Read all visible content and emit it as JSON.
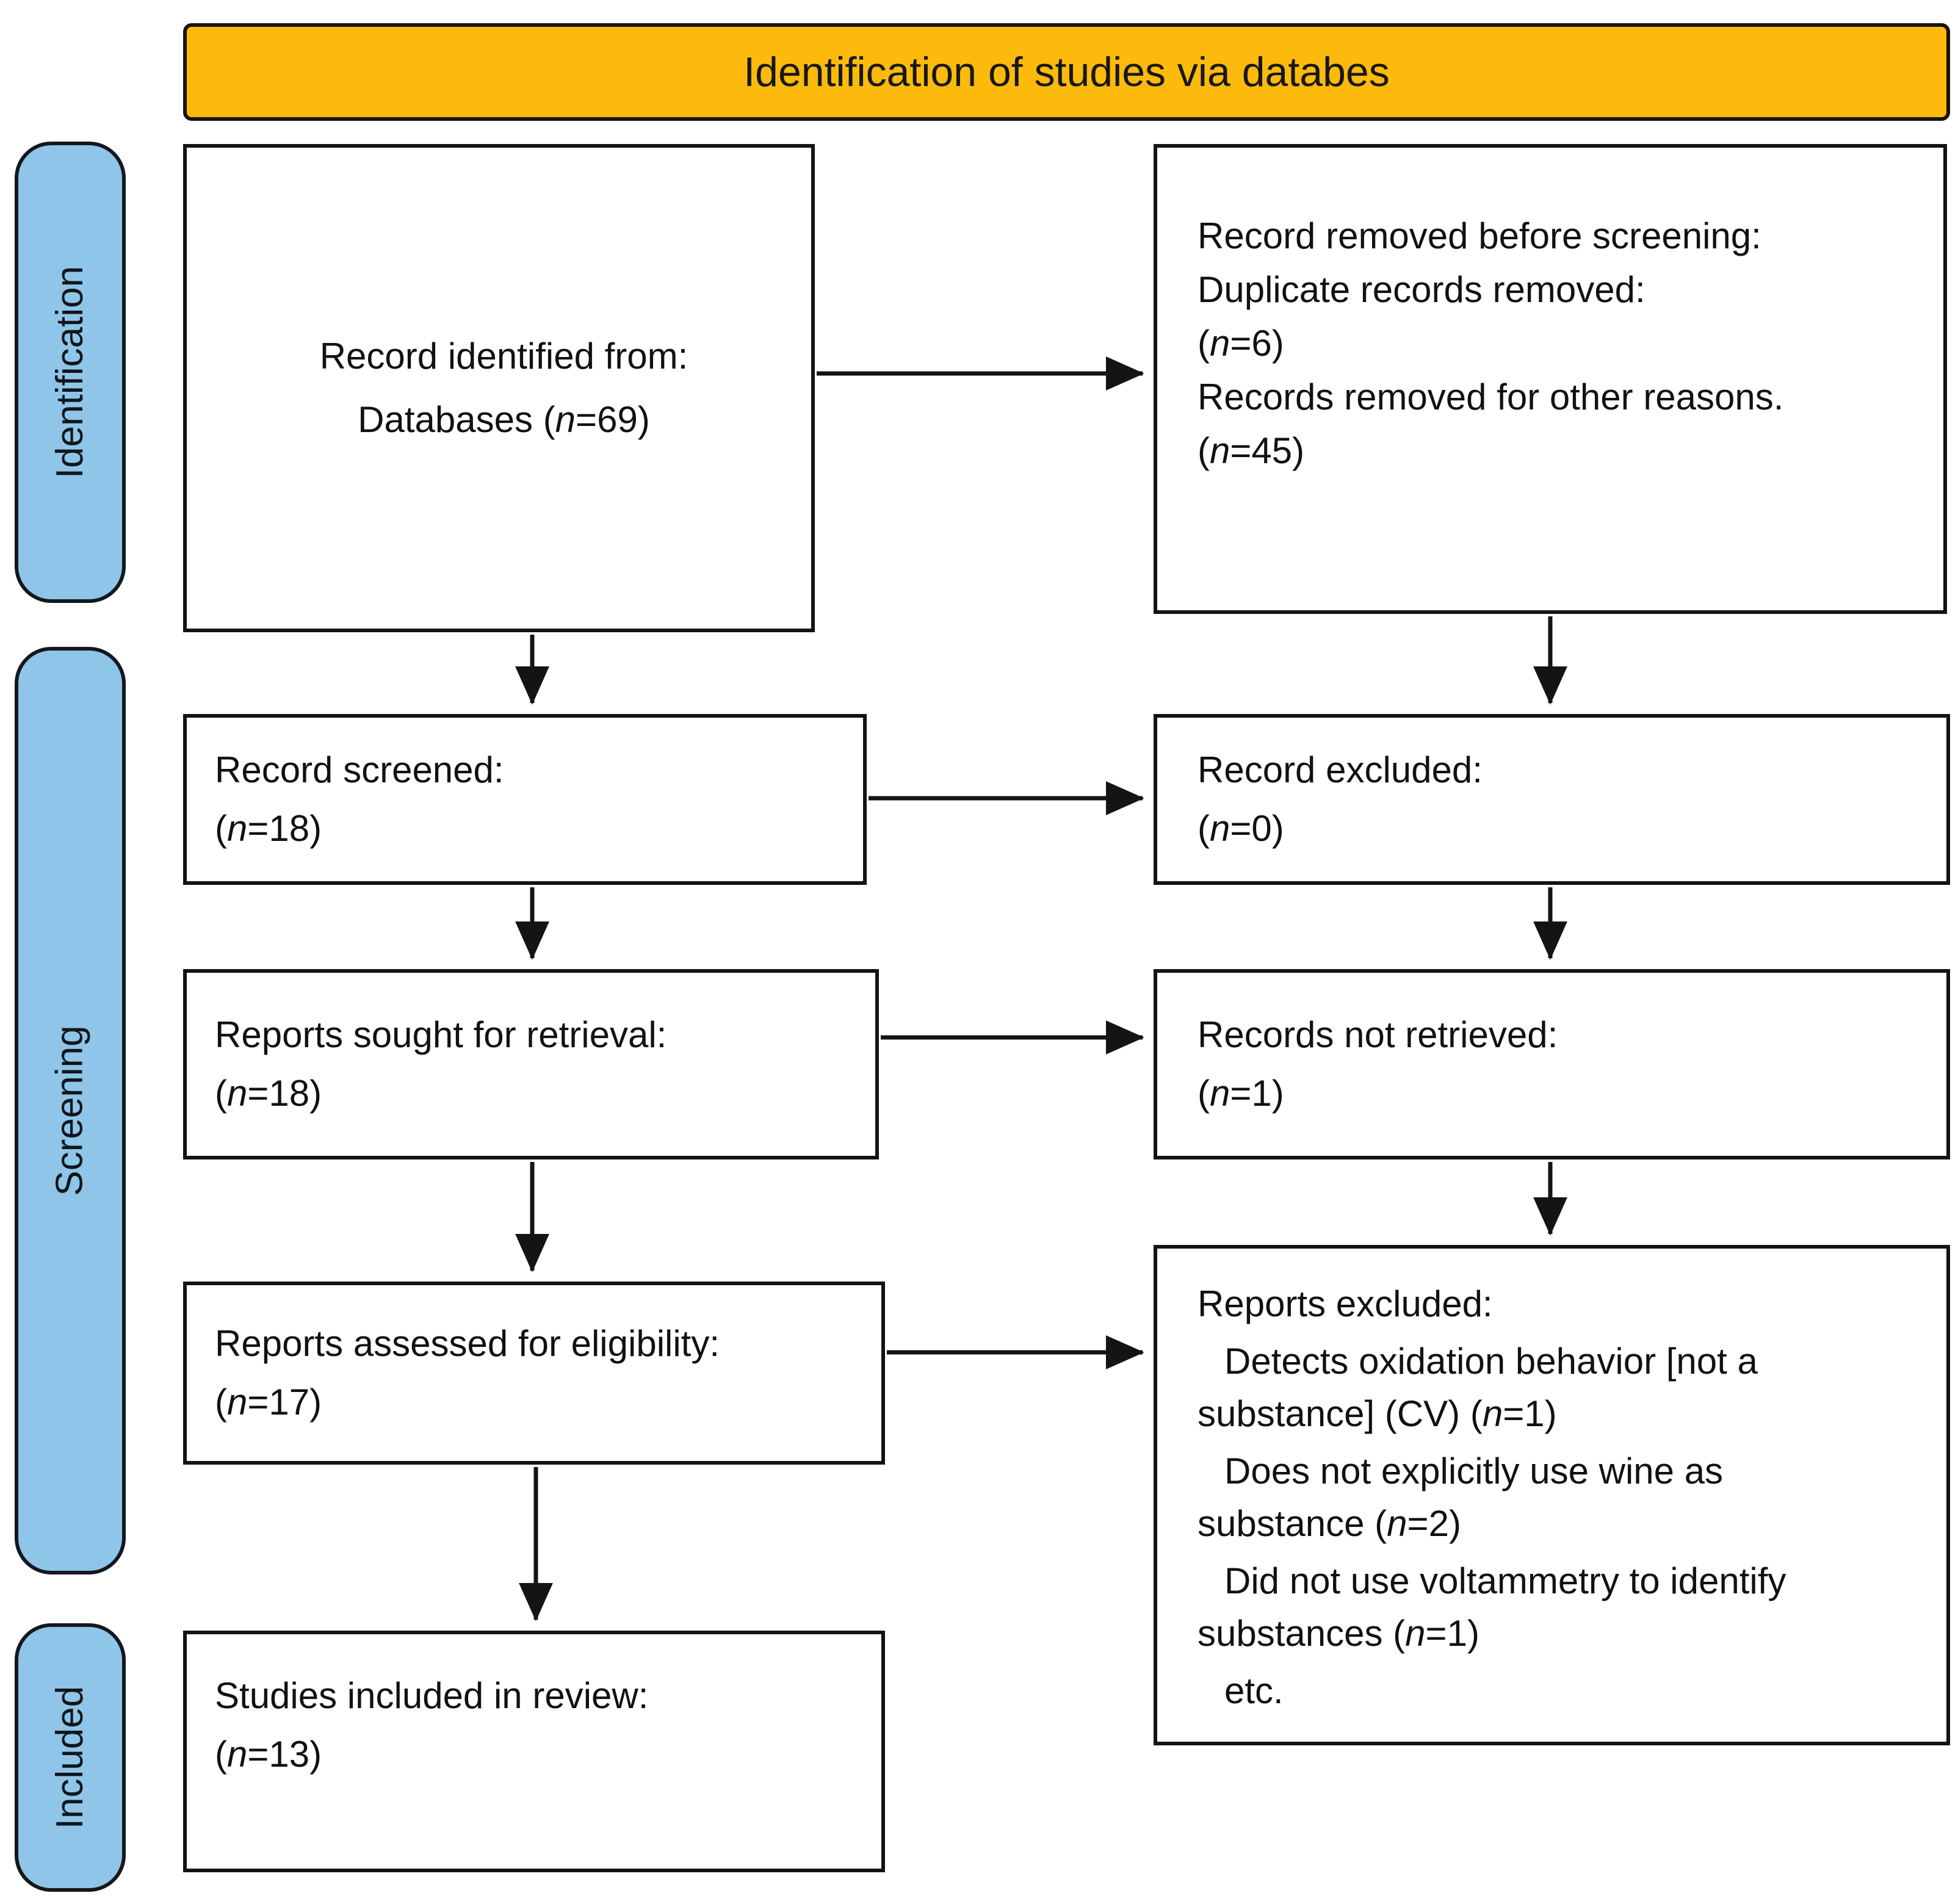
{
  "banner": {
    "title": "Identification of studies via databes"
  },
  "stages": [
    {
      "label": "Identification"
    },
    {
      "label": "Screening"
    },
    {
      "label": "Included"
    }
  ],
  "boxes": {
    "identified": {
      "line1": "Record identified from:",
      "line2_pre": "Databases (",
      "line2_it": "n",
      "line2_post": "=69)"
    },
    "removed_before_screening": {
      "line1": "Record removed before screening:",
      "line2": "Duplicate records removed:",
      "line3_pre": "(",
      "line3_it": "n",
      "line3_post": "=6)",
      "line4": "Records removed for other reasons.",
      "line5_pre": "(",
      "line5_it": "n",
      "line5_post": "=45)"
    },
    "record_screened": {
      "line1": "Record screened:",
      "line2_pre": "(",
      "line2_it": "n",
      "line2_post": "=18)"
    },
    "record_excluded": {
      "line1": "Record excluded:",
      "line2_pre": "(",
      "line2_it": "n",
      "line2_post": "=0)"
    },
    "reports_sought": {
      "line1": "Reports sought for retrieval:",
      "line2_pre": "(",
      "line2_it": "n",
      "line2_post": "=18)"
    },
    "records_not_retrieved": {
      "line1": "Records not retrieved:",
      "line2_pre": "(",
      "line2_it": "n",
      "line2_post": "=1)"
    },
    "reports_assessed": {
      "line1": "Reports assessed for eligibility:",
      "line2_pre": "(",
      "line2_it": "n",
      "line2_post": "=17)"
    },
    "reports_excluded": {
      "line1": "Reports excluded:",
      "r1_a": "Detects oxidation behavior [not a",
      "r1_b_pre": "substance] (CV) (",
      "r1_b_it": "n",
      "r1_b_post": "=1)",
      "r2_a": "Does not explicitly use wine as",
      "r2_b_pre": "substance (",
      "r2_b_it": "n",
      "r2_b_post": "=2)",
      "r3_a": "Did not use voltammetry to identify",
      "r3_b_pre": "substances (",
      "r3_b_it": "n",
      "r3_b_post": "=1)",
      "r4": "etc."
    },
    "studies_included": {
      "line1": "Studies included in review:",
      "line2_pre": "(",
      "line2_it": "n",
      "line2_post": "=13)"
    }
  },
  "colors": {
    "banner_fill": "#FBBA0C",
    "stage_fill": "#8FC5E8",
    "box_border": "#131313",
    "text": "#111111"
  }
}
